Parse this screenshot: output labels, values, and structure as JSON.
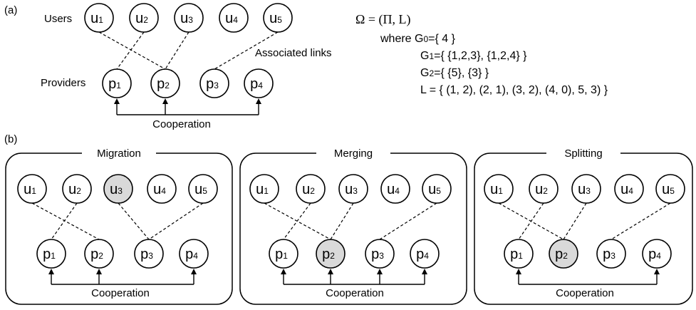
{
  "part_a": {
    "panel_label": "(a)",
    "users_label": "Users",
    "providers_label": "Providers",
    "associated_links_label": "Associated links",
    "cooperation_label": "Cooperation",
    "users": [
      {
        "letter": "u",
        "sub": "1"
      },
      {
        "letter": "u",
        "sub": "2"
      },
      {
        "letter": "u",
        "sub": "3"
      },
      {
        "letter": "u",
        "sub": "4"
      },
      {
        "letter": "u",
        "sub": "5"
      }
    ],
    "providers": [
      {
        "letter": "p",
        "sub": "1"
      },
      {
        "letter": "p",
        "sub": "2"
      },
      {
        "letter": "p",
        "sub": "3"
      },
      {
        "letter": "p",
        "sub": "4"
      }
    ],
    "links": [
      [
        0,
        1
      ],
      [
        1,
        0
      ],
      [
        2,
        1
      ],
      [
        4,
        2
      ]
    ],
    "cooperating_providers": [
      0,
      1,
      3
    ]
  },
  "formula": {
    "omega": "Ω = (Π, L)",
    "where_prefix": "where G",
    "g0_sub": "0",
    "g0_set": "={ 4 }",
    "g1_prefix": "G",
    "g1_sub": "1",
    "g1_set": "={ {1,2,3}, {1,2,4} }",
    "g2_prefix": "G",
    "g2_sub": "2",
    "g2_set": "={ {5}, {3} }",
    "l_line": "L = { (1, 2), (2, 1), (3, 2), (4, 0), 5, 3) }"
  },
  "part_b": {
    "panel_label": "(b)",
    "panels": [
      {
        "title": "Migration",
        "cooperation_label": "Cooperation",
        "highlight_users": [
          2
        ],
        "highlight_providers": [],
        "links": [
          [
            0,
            1
          ],
          [
            1,
            0
          ],
          [
            2,
            2
          ],
          [
            4,
            2
          ]
        ],
        "cooperating_providers": [
          0,
          1,
          3
        ]
      },
      {
        "title": "Merging",
        "cooperation_label": "Cooperation",
        "highlight_users": [],
        "highlight_providers": [
          1
        ],
        "links": [
          [
            0,
            1
          ],
          [
            1,
            0
          ],
          [
            2,
            1
          ],
          [
            4,
            2
          ]
        ],
        "cooperating_providers": [
          0,
          1,
          2,
          3
        ]
      },
      {
        "title": "Splitting",
        "cooperation_label": "Cooperation",
        "highlight_users": [],
        "highlight_providers": [
          1
        ],
        "links": [
          [
            0,
            1
          ],
          [
            1,
            0
          ],
          [
            2,
            1
          ],
          [
            4,
            2
          ]
        ],
        "cooperating_providers": [
          0,
          3
        ]
      }
    ]
  }
}
